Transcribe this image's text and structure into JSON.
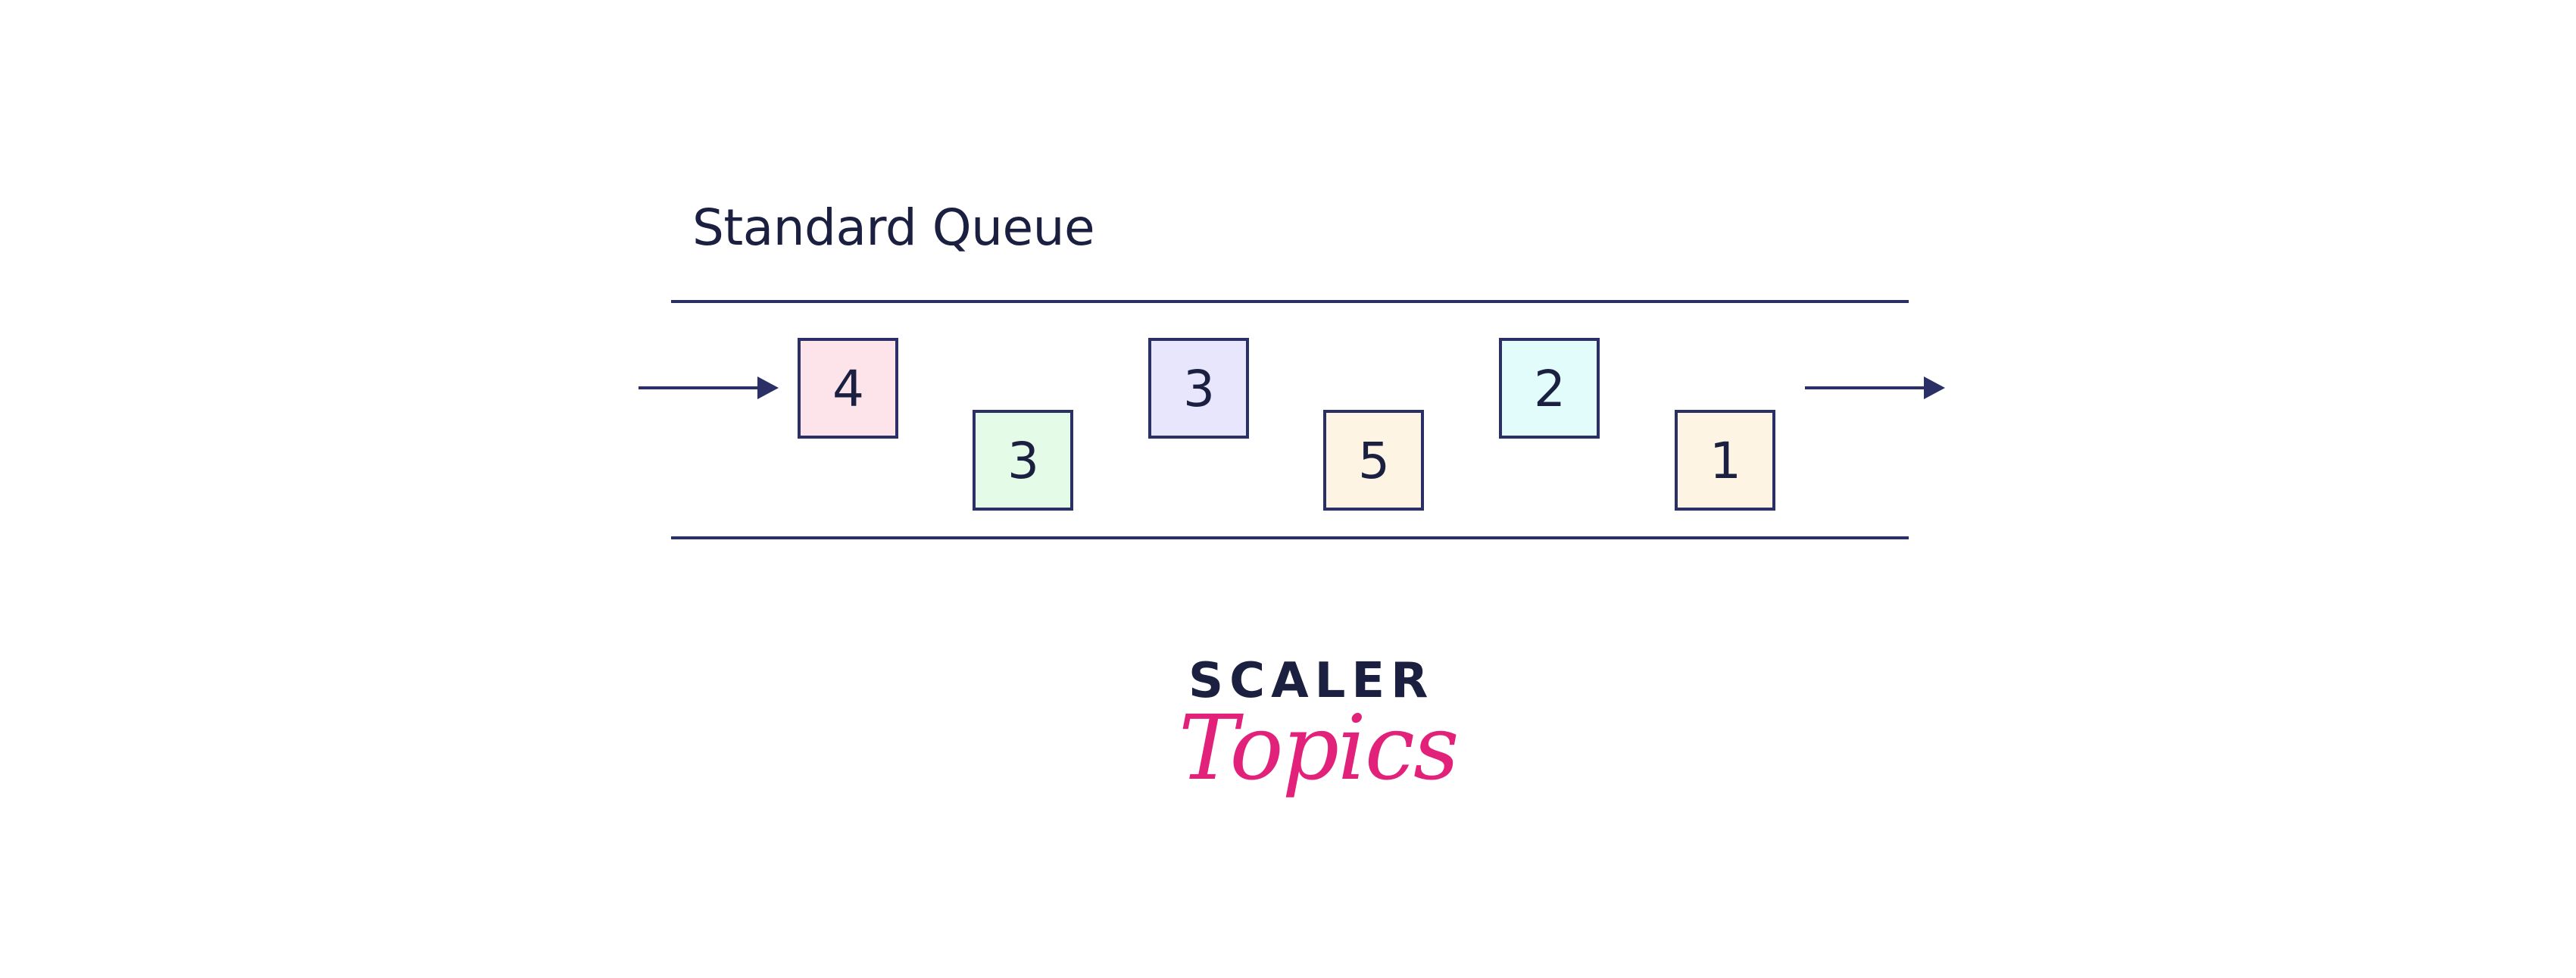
{
  "diagram": {
    "title": "Standard Queue",
    "items": [
      {
        "label": "4",
        "fill": "#fde4ea"
      },
      {
        "label": "3",
        "fill": "#e4fbe8"
      },
      {
        "label": "3",
        "fill": "#e8e6fd"
      },
      {
        "label": "5",
        "fill": "#fef4e4"
      },
      {
        "label": "2",
        "fill": "#e2fcfb"
      },
      {
        "label": "1",
        "fill": "#fef4e4"
      }
    ],
    "colors": {
      "stroke": "#2a2f66",
      "text": "#1b2040"
    }
  },
  "logo": {
    "brand": "SCALER",
    "product": "Topics",
    "brand_color": "#1b2040",
    "product_color": "#e2227a"
  }
}
